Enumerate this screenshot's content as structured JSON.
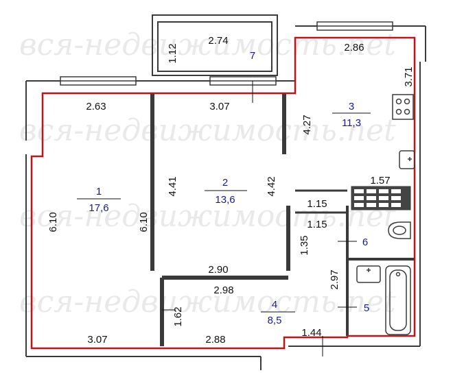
{
  "watermark": {
    "lines": [
      "вся-недвижимость.net",
      "вся-недвижимость.net",
      "вся-недвижимость.net",
      "вся-недвижимость.net"
    ]
  },
  "rooms": [
    {
      "id": "1",
      "area": "17,6"
    },
    {
      "id": "2",
      "area": "13,6"
    },
    {
      "id": "3",
      "area": "11,3"
    },
    {
      "id": "4",
      "area": "8,5"
    },
    {
      "id": "5",
      "area": ""
    },
    {
      "id": "6",
      "area": ""
    },
    {
      "id": "7",
      "area": ""
    }
  ],
  "dimensions": {
    "balcony_width": "2.74",
    "balcony_depth": "1.12",
    "kitchen_top": "2.86",
    "kitchen_right": "3.71",
    "room1_top": "2.63",
    "room2_top": "3.07",
    "kitchen_left": "4.27",
    "kitchen_bottom": "1.57",
    "room2_left": "4.41",
    "room2_right": "4.42",
    "room1_left": "6.10",
    "room1_right": "6.10",
    "corridor_top_a": "1.15",
    "corridor_top_b": "1.15",
    "wc_left": "1.35",
    "room2_bottom": "2.90",
    "hall_top": "2.98",
    "bath_left": "2.97",
    "hall_left": "1.62",
    "room1_bottom": "3.07",
    "hall_bottom": "2.88",
    "entrance": "1.44"
  },
  "colors": {
    "outline": "#c0141c",
    "wall": "#3a3a3a",
    "text": "#111111",
    "label": "#1a1a8a"
  }
}
